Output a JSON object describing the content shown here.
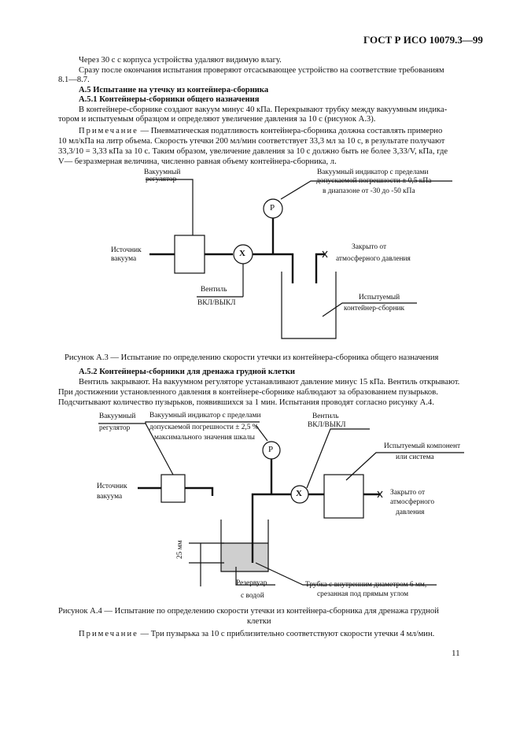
{
  "header": {
    "standard": "ГОСТ Р ИСО 10079.3—99"
  },
  "text": {
    "p1": "Через 30 с с корпуса устройства удаляют видимую влагу.",
    "p2a": "Сразу после окончания испытания проверяют отсасывающее устройство на соответствие требованиям",
    "p2b": "8.1—8.7.",
    "h_a5": "А.5 Испытание на утечку из контейнера-сборника",
    "h_a51": "А.5.1 Контейнеры-сборники общего назначения",
    "p3a": "В контейнере-сборнике создают вакуум минус 40 кПа. Перекрывают трубку между вакуумным индика-",
    "p3b": "тором и испытуемым образцом и определяют увеличение давления за 10 с (рисунок А.3).",
    "note1_label": "Примечание",
    "note1a": " — Пневматическая податливость контейнера-сборника должна составлять примерно",
    "note1b": "10 мл/кПа на литр объема. Скорость утечки 200 мл/мин соответствует 33,3 мл за 10 с, в результате получают",
    "note1c": "33,3/10 = 3,33 кПа за 10 с. Таким образом, увеличение давления за 10 с должно быть не более 3,33/V, кПа, где",
    "note1d": "V— безразмерная величина, численно равная объему контейнера-сборника, л.",
    "caption_a3": "Рисунок А.3 — Испытание по определению скорости утечки из контейнера-сборника общего назначения",
    "h_a52": "А.5.2 Контейнеры-сборники для дренажа грудной клетки",
    "p4a": "Вентиль закрывают. На вакуумном регуляторе устанавливают давление минус 15 кПа. Вентиль открывают.",
    "p4b": "При достижении установленного давления в контейнере-сборнике наблюдают за образованием пузырьков.",
    "p4c": "Подсчитывают количество пузырьков, появившихся за 1 мин. Испытания проводят согласно рисунку А.4.",
    "caption_a4a": "Рисунок А.4 — Испытание по определению скорости утечки из контейнера-сборника для дренажа грудной",
    "caption_a4b": "клетки",
    "note2_label": "Примечание",
    "note2": " — Три пузырька за 10 с приблизительно соответствуют скорости утечки 4 мл/мин."
  },
  "fig_a3": {
    "regulator_1": "Вакуумный",
    "regulator_2": "регулятор",
    "source_1": "Источник",
    "source_2": "вакуума",
    "indicator_1": "Вакуумный индикатор с пределами",
    "indicator_2": "допускаемой погрешности ± 0,5 кПа",
    "indicator_3": "в диапазоне от -30 до -50 кПа",
    "closed_1": "Закрыто от",
    "closed_2": "атмосферного давления",
    "valve_1": "Вентиль",
    "valve_2": "ВКЛ/ВЫКЛ",
    "container_1": "Испытуемый",
    "container_2": "контейнер-сборник",
    "gauge_symbol": "P",
    "valve_symbol": "X"
  },
  "fig_a4": {
    "regulator_1": "Вакуумный",
    "regulator_2": "регулятор",
    "indicator_1": "Вакуумный индикатор с пределами",
    "indicator_2": "допускаемой погрешности ± 2,5 %",
    "indicator_3": "максимального значения шкалы",
    "valve_1": "Вентиль",
    "valve_2": "ВКЛ/ВЫКЛ",
    "component_1": "Испытуемый компонент",
    "component_2": "или система",
    "source_1": "Источник",
    "source_2": "вакуума",
    "closed_1": "Закрыто от",
    "closed_2": "атмосферного",
    "closed_3": "давления",
    "depth": "25 мм",
    "reservoir_1": "Резервуар",
    "reservoir_2": "с водой",
    "tube_1": "Трубка с внутренним диаметром 6 мм,",
    "tube_2": "срезанная под прямым углом",
    "gauge_symbol": "P",
    "valve_symbol": "X"
  },
  "footer": {
    "page_number": "11"
  }
}
